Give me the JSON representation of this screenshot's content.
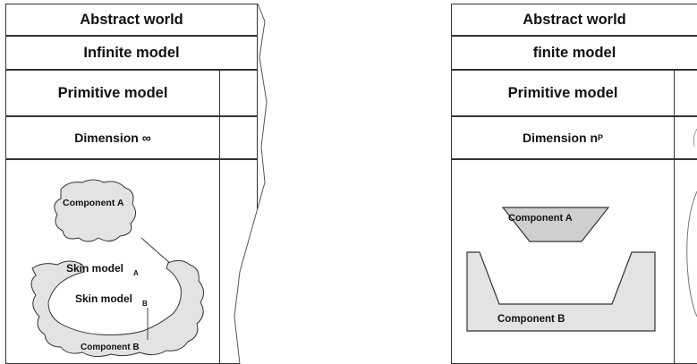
{
  "left": {
    "abstract_world": "Abstract world",
    "model": "Infinite model",
    "primitive_model": "Primitive model",
    "dimension": "Dimension ∞",
    "component_a": "Component A",
    "skin_model_a": "Skin model",
    "skin_model_a_sub": "A",
    "skin_model_b": "Skin model",
    "skin_model_b_sub": "B",
    "component_b": "Component B"
  },
  "right": {
    "abstract_world": "Abstract world",
    "model": "finite model",
    "primitive_model": "Primitive model",
    "dimension": "Dimension n",
    "dimension_sub": "P",
    "component_a": "Component A",
    "component_b": "Component B"
  },
  "colors": {
    "shape_fill": "#e3e3e3",
    "shape_fill_dark": "#cfcfcf",
    "border": "#333333"
  }
}
